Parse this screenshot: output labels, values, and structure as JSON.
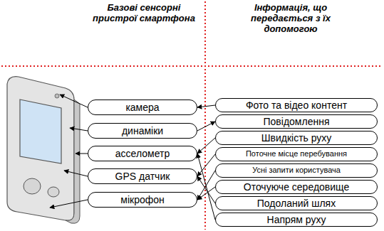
{
  "diagram": {
    "nodes": [
      {
        "text": [
          "камера"
        ]
      },
      {
        "text": [
          "динаміки"
        ]
      },
      {
        "text": [
          "асселометр"
        ]
      },
      {
        "text": [
          "GPS датчик"
        ]
      },
      {
        "text": [
          "мікрофон"
        ]
      },
      {
        "text": [
          "Фото та відео контент"
        ]
      },
      {
        "text": [
          "Повідомлення"
        ]
      },
      {
        "text": [
          "Швидкість руху"
        ]
      },
      {
        "text": [
          "Поточне місце перебування"
        ]
      },
      {
        "text": [
          "Усні запити користувача"
        ]
      },
      {
        "text": [
          "Оточуюче середовище"
        ]
      },
      {
        "text": [
          "Подоланий шлях"
        ]
      },
      {
        "text": [
          "Напрям руху"
        ]
      }
    ],
    "edges": [
      {
        "from": 5,
        "to": 0,
        "arrow": "to"
      },
      {
        "from": 1,
        "to": 6,
        "arrow": "to"
      },
      {
        "from": 7,
        "to": 2,
        "arrow": "to"
      },
      {
        "from": 8,
        "to": 3,
        "arrow": "to"
      },
      {
        "from": 9,
        "to": 4,
        "arrow": "to"
      },
      {
        "from": 10,
        "to": 4,
        "arrow": "to"
      },
      {
        "from": 11,
        "to": 3,
        "arrow": "to"
      },
      {
        "from": 12,
        "to": 2,
        "arrow": "to"
      }
    ],
    "labels": [
      "Базові сенсорні пристрої смартфона",
      "Інформація, що передається з їх допомогою"
    ]
  }
}
